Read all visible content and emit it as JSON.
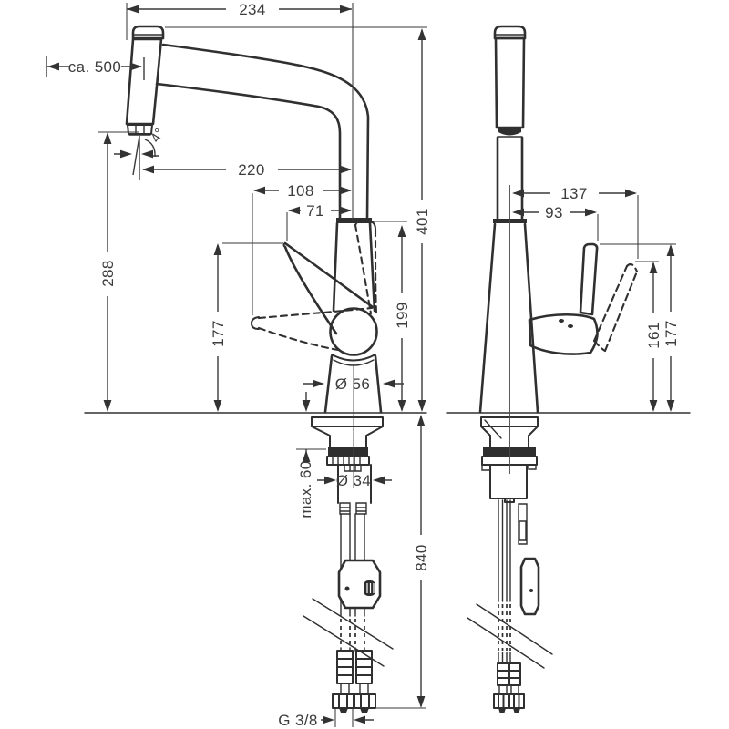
{
  "drawing": {
    "type": "technical-dimension-drawing",
    "subject": "kitchen faucet with pull-out spout, side view and front view with installation dimensions",
    "background": "#ffffff",
    "line_color": "#303030",
    "text_color": "#3c3c3c",
    "units": "mm"
  },
  "dims": {
    "spout_width": "234",
    "pullout_hose_length": "ca. 500",
    "aerator_angle": "4°",
    "spout_reach": "220",
    "handle_open_reach": "108",
    "handle_reach": "71",
    "spout_height": "401",
    "outlet_height": "288",
    "handle_tip_height": "177",
    "handle_raised_height": "199",
    "base_diameter": "Ø 56",
    "max_counter_thickness": "max. 60",
    "shank_diameter": "Ø 34",
    "hose_drop_length": "840",
    "connection_thread": "G 3/8",
    "side_width": "137",
    "handle_offset": "93",
    "handle_tilted_height": "161",
    "handle_front_height": "177"
  }
}
